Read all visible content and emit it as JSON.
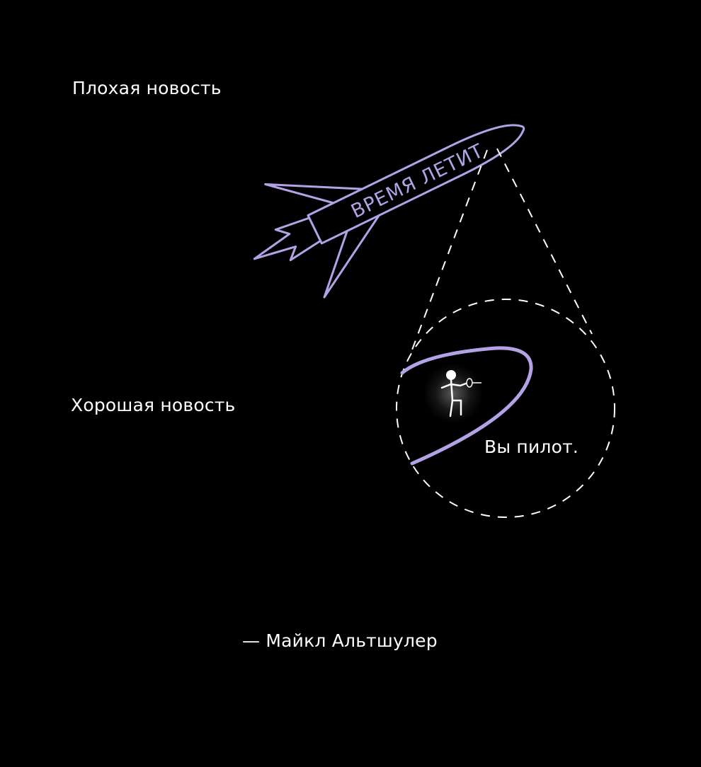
{
  "captions": {
    "bad_news": "Плохая новость",
    "good_news": "Хорошая новость",
    "pilot": "Вы пилот.",
    "author": "— Майкл Альтшулер"
  },
  "rocket": {
    "label": "ВРЕМЯ ЛЕТИТ"
  },
  "colors": {
    "background": "#000000",
    "text": "#ffffff",
    "accent": "#b3a3e6",
    "dash": "#ffffff"
  },
  "icons": {
    "rocket": "rocket-icon",
    "pilot": "stick-figure-pilot-icon"
  }
}
